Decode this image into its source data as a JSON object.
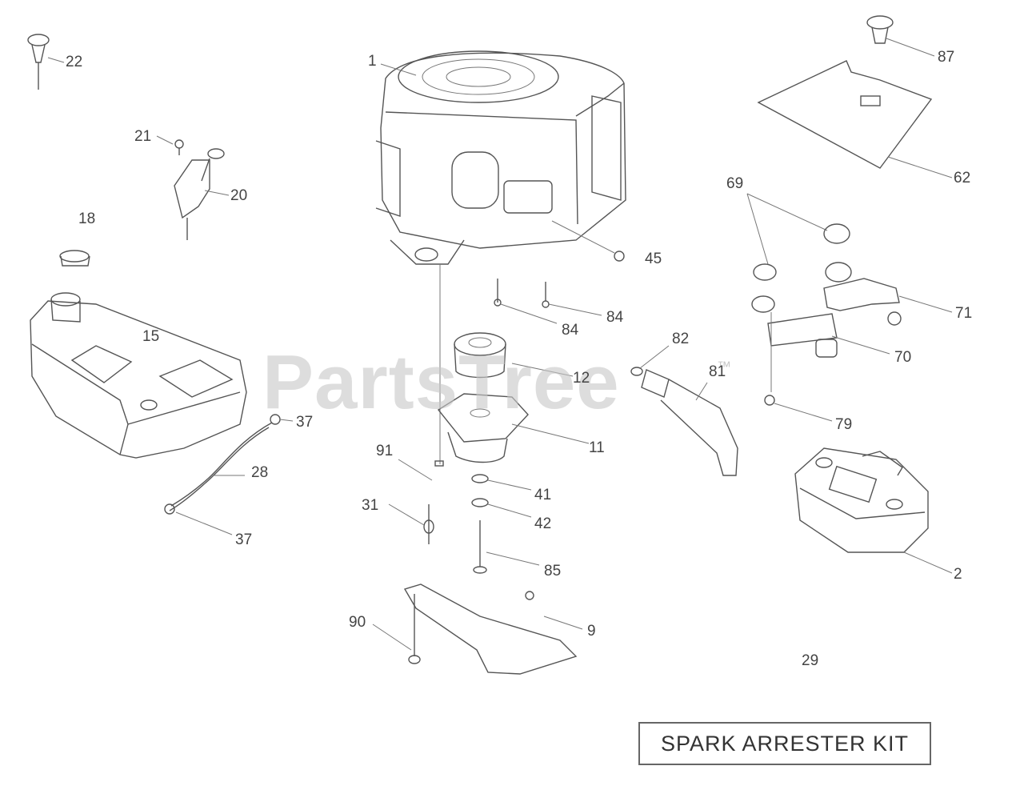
{
  "watermark": {
    "text": "PartsTree",
    "trademark": "™"
  },
  "kit_box": {
    "label": "SPARK ARRESTER KIT"
  },
  "callouts": {
    "c1": "1",
    "c2": "2",
    "c9": "9",
    "c11": "11",
    "c12": "12",
    "c15": "15",
    "c18": "18",
    "c20": "20",
    "c21": "21",
    "c22": "22",
    "c28": "28",
    "c29": "29",
    "c31": "31",
    "c37a": "37",
    "c37b": "37",
    "c41": "41",
    "c42": "42",
    "c45": "45",
    "c62": "62",
    "c69": "69",
    "c70": "70",
    "c71": "71",
    "c79": "79",
    "c81": "81",
    "c82": "82",
    "c84a": "84",
    "c84b": "84",
    "c85": "85",
    "c87": "87",
    "c90": "90",
    "c91": "91"
  }
}
